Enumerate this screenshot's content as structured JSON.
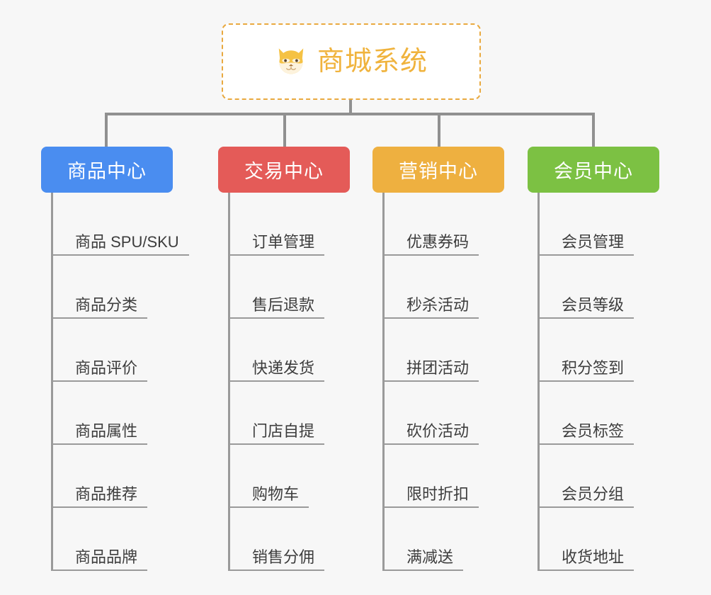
{
  "page": {
    "background_color": "#f7f7f7",
    "type": "mindmap"
  },
  "root": {
    "title": "商城系统",
    "icon": "shiba-dog-face-icon",
    "text_color": "#f0b33d",
    "border_color": "#e9a93f",
    "background_color": "#ffffff"
  },
  "columns": [
    {
      "label": "商品中心",
      "color": "#4a8df0",
      "items": [
        "商品 SPU/SKU",
        "商品分类",
        "商品评价",
        "商品属性",
        "商品推荐",
        "商品品牌"
      ]
    },
    {
      "label": "交易中心",
      "color": "#e45b58",
      "items": [
        "订单管理",
        "售后退款",
        "快递发货",
        "门店自提",
        "购物车",
        "销售分佣"
      ]
    },
    {
      "label": "营销中心",
      "color": "#eeb040",
      "items": [
        "优惠券码",
        "秒杀活动",
        "拼团活动",
        "砍价活动",
        "限时折扣",
        "满减送"
      ]
    },
    {
      "label": "会员中心",
      "color": "#7cc143",
      "items": [
        "会员管理",
        "会员等级",
        "积分签到",
        "会员标签",
        "会员分组",
        "收货地址"
      ]
    }
  ],
  "connector": {
    "color": "#909090",
    "spine_color": "#9a9a9a"
  }
}
